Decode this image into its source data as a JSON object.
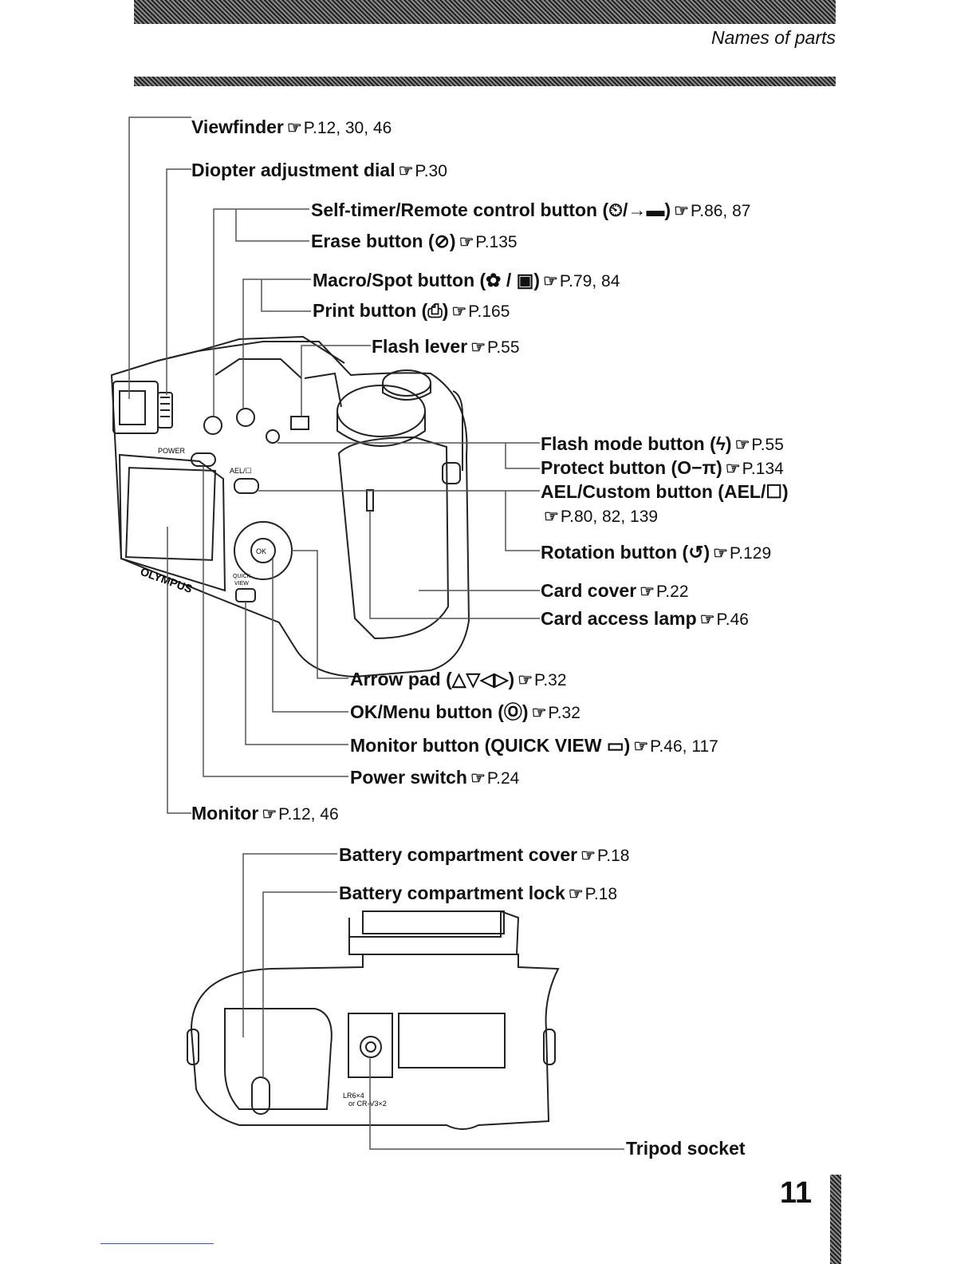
{
  "header": {
    "title": "Names of parts"
  },
  "page_number": "11",
  "labels": {
    "viewfinder": {
      "name": "Viewfinder",
      "ref": "P.12, 30, 46"
    },
    "diopter": {
      "name": "Diopter adjustment dial",
      "ref": "P.30"
    },
    "selftimer": {
      "name": "Self-timer/Remote control button (⏲/→▬)",
      "ref": "P.86, 87"
    },
    "erase": {
      "name": "Erase button (⊘)",
      "ref": "P.135"
    },
    "macro": {
      "name": "Macro/Spot button (✿ / ▣)",
      "ref": "P.79, 84"
    },
    "print": {
      "name": "Print button (⎙)",
      "ref": "P.165"
    },
    "flash_lever": {
      "name": "Flash lever",
      "ref": "P.55"
    },
    "flash_mode": {
      "name": "Flash mode button (ϟ)",
      "ref": "P.55"
    },
    "protect": {
      "name": "Protect button (O−π)",
      "ref": "P.134"
    },
    "ael": {
      "name": "AEL/Custom button (AEL/☐)",
      "ref": "P.80, 82, 139"
    },
    "rotation": {
      "name": "Rotation button (↺)",
      "ref": "P.129"
    },
    "card_cover": {
      "name": "Card cover",
      "ref": "P.22"
    },
    "card_lamp": {
      "name": "Card access lamp",
      "ref": "P.46"
    },
    "arrow_pad": {
      "name": "Arrow pad (△▽◁▷)",
      "ref": "P.32"
    },
    "ok_menu": {
      "name": "OK/Menu button (Ⓞ)",
      "ref": "P.32"
    },
    "monitor_btn": {
      "name": "Monitor button (QUICK VIEW ▭)",
      "ref": "P.46, 117"
    },
    "power": {
      "name": "Power switch",
      "ref": "P.24"
    },
    "monitor": {
      "name": "Monitor",
      "ref": "P.12, 46"
    },
    "batt_cover": {
      "name": "Battery compartment cover",
      "ref": "P.18"
    },
    "batt_lock": {
      "name": "Battery compartment lock",
      "ref": "P.18"
    },
    "tripod": {
      "name": "Tripod socket"
    }
  },
  "camera_marks": {
    "brand": "OLYMPUS",
    "power": "POWER",
    "ael": "AEL/☐",
    "quick": "QUICK",
    "view": "VIEW",
    "ok": "OK",
    "battery_lr6": "LR6×4",
    "battery_or": "or CR-V3×2"
  }
}
